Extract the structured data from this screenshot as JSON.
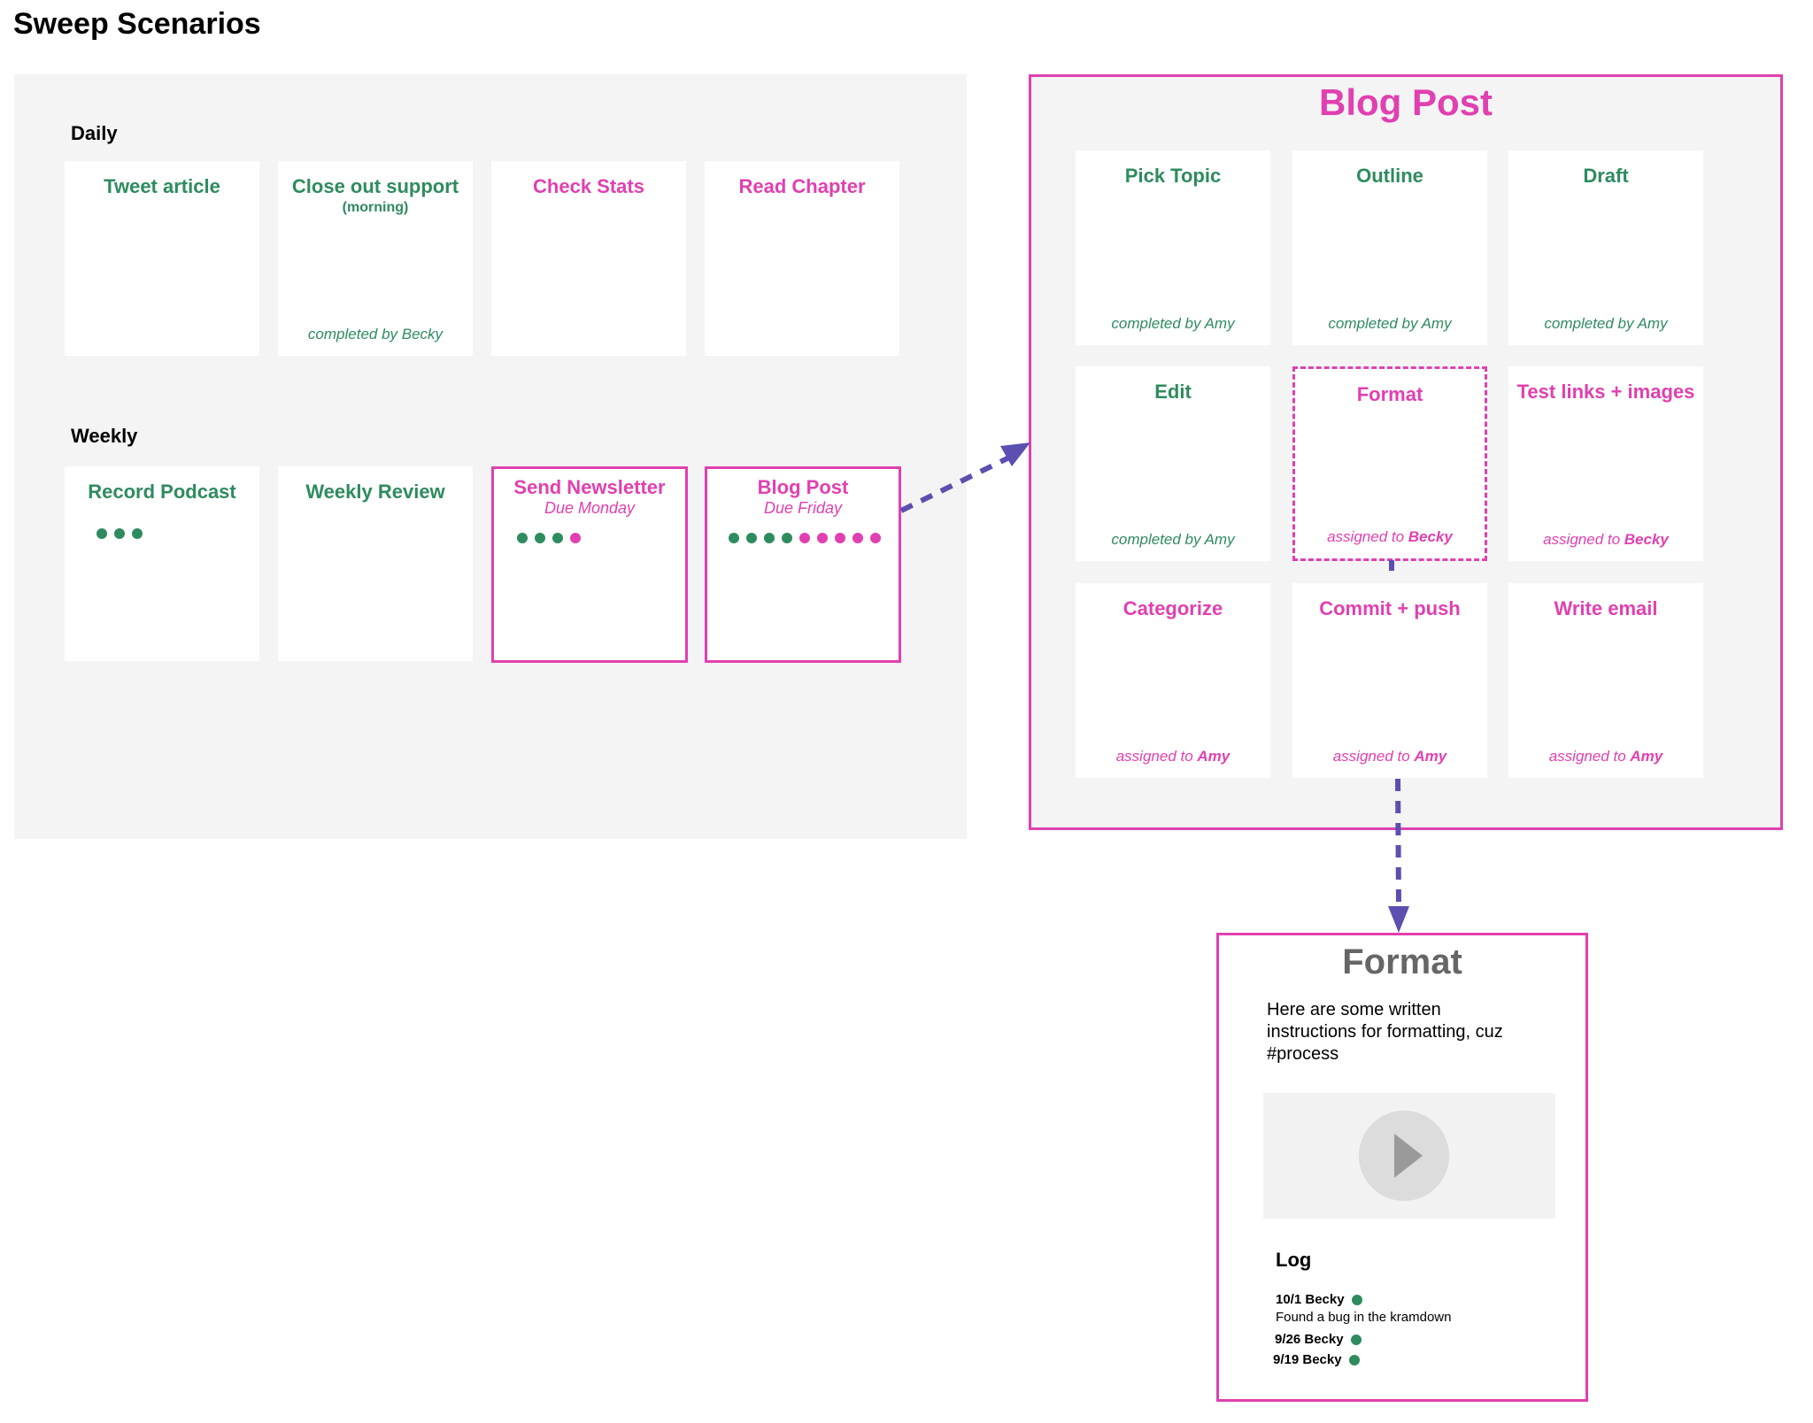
{
  "page_title": "Sweep Scenarios",
  "colors": {
    "green": "#2e8b5e",
    "pink": "#e040b0",
    "arrow": "#5b4fb0"
  },
  "left": {
    "daily_label": "Daily",
    "weekly_label": "Weekly",
    "daily": [
      {
        "title": "Tweet article",
        "sub": "",
        "foot": "",
        "color": "green"
      },
      {
        "title": "Close out support",
        "sub": "(morning)",
        "foot": "completed by Becky",
        "color": "green"
      },
      {
        "title": "Check Stats",
        "sub": "",
        "foot": "",
        "color": "pink"
      },
      {
        "title": "Read Chapter",
        "sub": "",
        "foot": "",
        "color": "pink"
      }
    ],
    "weekly": [
      {
        "title": "Record Podcast",
        "due": "",
        "dots": [
          "green",
          "green",
          "green"
        ]
      },
      {
        "title": "Weekly Review",
        "due": "",
        "dots": []
      },
      {
        "title": "Send Newsletter",
        "due": "Due Monday",
        "dots": [
          "green",
          "green",
          "green",
          "pink"
        ]
      },
      {
        "title": "Blog Post",
        "due": "Due Friday",
        "dots": [
          "green",
          "green",
          "green",
          "green",
          "pink",
          "pink",
          "pink",
          "pink",
          "pink"
        ]
      }
    ]
  },
  "blog": {
    "title": "Blog Post",
    "tasks": [
      {
        "title": "Pick Topic",
        "foot_prefix": "completed by Amy",
        "foot_name": "",
        "color": "green"
      },
      {
        "title": "Outline",
        "foot_prefix": "completed by Amy",
        "foot_name": "",
        "color": "green"
      },
      {
        "title": "Draft",
        "foot_prefix": "completed by Amy",
        "foot_name": "",
        "color": "green"
      },
      {
        "title": "Edit",
        "foot_prefix": "completed by Amy",
        "foot_name": "",
        "color": "green"
      },
      {
        "title": "Format",
        "foot_prefix": "assigned to ",
        "foot_name": "Becky",
        "color": "pink"
      },
      {
        "title": "Test links + images",
        "foot_prefix": "assigned to ",
        "foot_name": "Becky",
        "color": "pink"
      },
      {
        "title": "Categorize",
        "foot_prefix": "assigned to ",
        "foot_name": "Amy",
        "color": "pink"
      },
      {
        "title": "Commit + push",
        "foot_prefix": "assigned to ",
        "foot_name": "Amy",
        "color": "pink"
      },
      {
        "title": "Write email",
        "foot_prefix": "assigned to ",
        "foot_name": "Amy",
        "color": "pink"
      }
    ]
  },
  "detail": {
    "title": "Format",
    "instructions": "Here are some written instructions for formatting, cuz #process",
    "log_title": "Log",
    "log": [
      {
        "label": "10/1 Becky",
        "note": "Found a bug in the kramdown"
      },
      {
        "label": "9/26 Becky",
        "note": ""
      },
      {
        "label": "9/19 Becky",
        "note": ""
      }
    ]
  }
}
